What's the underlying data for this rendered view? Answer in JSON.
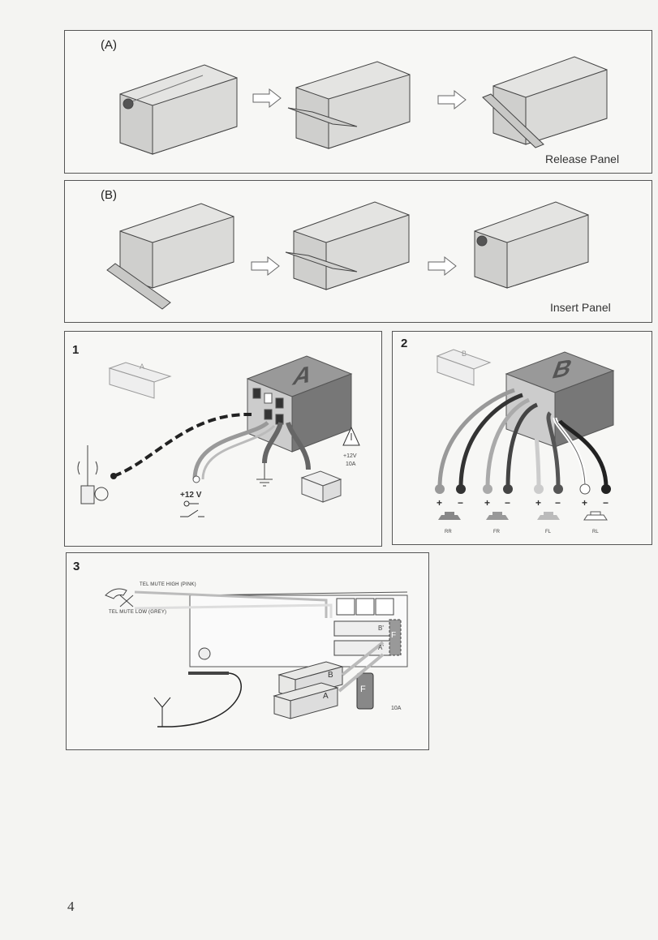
{
  "panel_a": {
    "label": "(A)",
    "caption": "Release Panel"
  },
  "panel_b": {
    "label": "(B)",
    "caption": "Insert Panel"
  },
  "panel_1": {
    "number": "1",
    "connector_letter": "A",
    "small_connector_letter": "A",
    "power_label": "+12 V",
    "battery_label_v": "+12V",
    "battery_label_a": "10A"
  },
  "panel_2": {
    "number": "2",
    "connector_letter": "B",
    "small_connector_letter": "B",
    "speakers": [
      {
        "plus": "+",
        "minus": "−",
        "label": "RR"
      },
      {
        "plus": "+",
        "minus": "−",
        "label": "FR"
      },
      {
        "plus": "+",
        "minus": "−",
        "label": "FL"
      },
      {
        "plus": "+",
        "minus": "−",
        "label": "RL"
      }
    ]
  },
  "panel_3": {
    "number": "3",
    "tel_mute_high": "TEL MUTE HIGH (PINK)",
    "tel_mute_low": "TEL MUTE LOW (GREY)",
    "socket_b": "B'",
    "socket_a": "A'",
    "fuse_letter": "F",
    "plug_b": "B",
    "plug_a": "A",
    "fuse_plug_letter": "F",
    "fuse_rating": "10A"
  },
  "page_number": "4"
}
